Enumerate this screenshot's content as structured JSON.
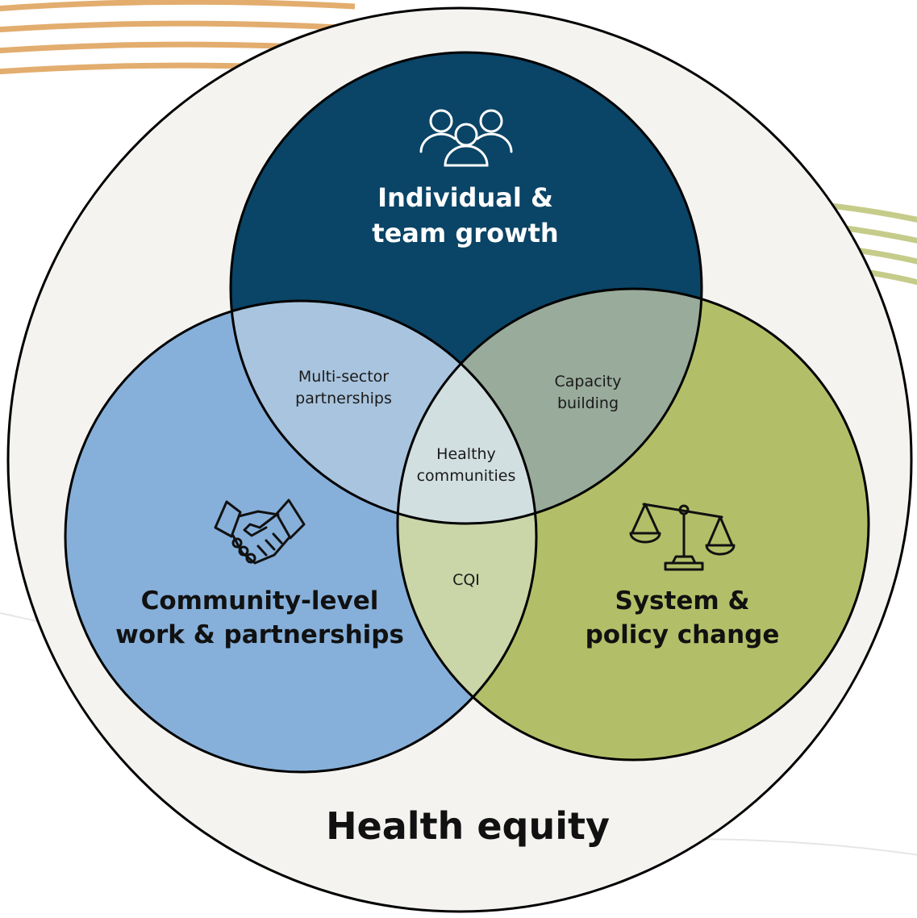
{
  "colors": {
    "outer_fill": "#f4f3f0",
    "top_circle": "#0a4466",
    "left_circle": "#86b0da",
    "right_circle": "#b2bf68",
    "overlap_top_left": "#a9c4de",
    "overlap_top_right": "#99ab9b",
    "overlap_left_right": "#cad6a8",
    "center": "#d2dfe0",
    "accent_orange": "#e2ad6e",
    "accent_green": "#c5cc8a"
  },
  "icons": {
    "top": "people-group-icon",
    "left": "handshake-icon",
    "right": "balance-scale-icon"
  },
  "diagram": {
    "top": {
      "line1": "Individual &",
      "line2": "team growth"
    },
    "left": {
      "line1": "Community-level",
      "line2": "work & partnerships"
    },
    "right": {
      "line1": "System &",
      "line2": "policy change"
    },
    "top_left": {
      "line1": "Multi-sector",
      "line2": "partnerships"
    },
    "top_right": {
      "line1": "Capacity",
      "line2": "building"
    },
    "left_right": {
      "line1": "CQI"
    },
    "center": {
      "line1": "Healthy",
      "line2": "communities"
    },
    "outer": {
      "label": "Health equity"
    }
  }
}
